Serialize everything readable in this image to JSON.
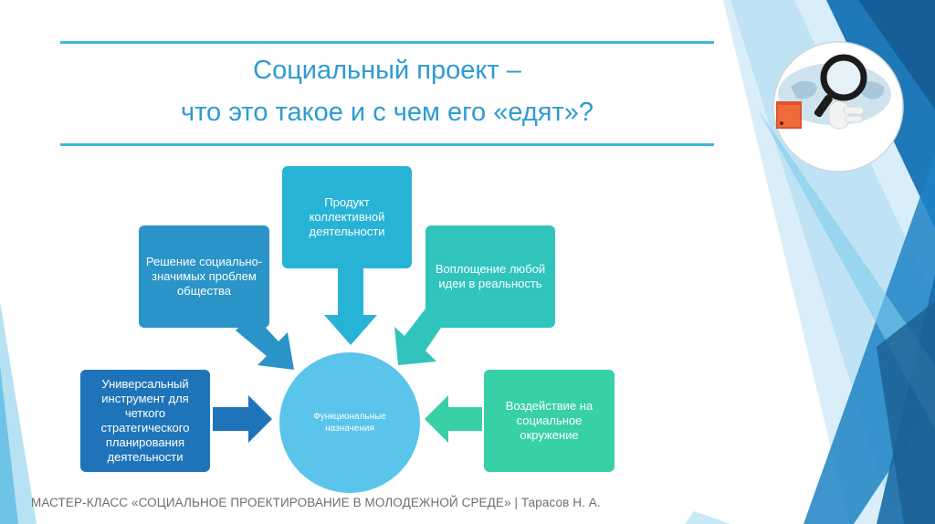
{
  "title": {
    "line1": "Социальный проект –",
    "line2": "что это такое и с чем его «едят»?"
  },
  "diagram": {
    "center": "Функциональные назначения",
    "nodes": {
      "solving": "Решение социально-значимых проблем общества",
      "product": "Продукт коллективной деятельности",
      "embodiment": "Воплощение любой идеи в реальность",
      "tool": "Универсальный инструмент для четкого стратегического планирования деятельности",
      "impact": "Воздействие на социальное окружение"
    }
  },
  "footer": "МАСТЕР-КЛАСС «СОЦИАЛЬНОЕ ПРОЕКТИРОВАНИЕ В МОЛОДЕЖНОЙ СРЕДЕ» | Тарасов Н. А.",
  "colors": {
    "title": "#2e9bd1",
    "rule": "#3fb6dd",
    "center": "#5bc4eb",
    "solving": "#2a94c8",
    "product": "#27b3d6",
    "embodiment": "#30c4bd",
    "tool": "#1f74b9",
    "impact": "#38d0a7"
  },
  "icons": [
    "globe-icon",
    "magnifier-icon",
    "folder-icon"
  ]
}
